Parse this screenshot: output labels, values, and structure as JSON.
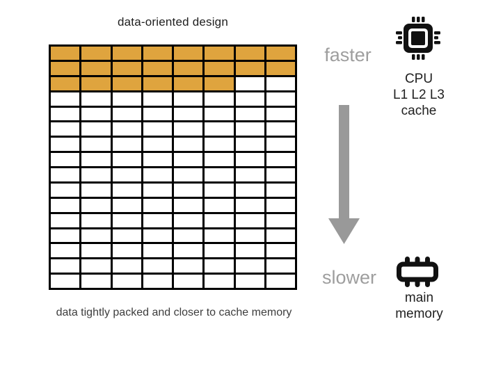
{
  "title": "data-oriented design",
  "caption": "data tightly packed and closer to cache memory",
  "speed_scale": {
    "fast_label": "faster",
    "slow_label": "slower"
  },
  "memory_grid": {
    "columns": 8,
    "rows": 16,
    "filled_cells": 22,
    "filled_rows_full": 2,
    "partial_row_filled": 6,
    "filled_color": "#DFA43E",
    "empty_color": "#FFFFFF",
    "line_color": "#000000"
  },
  "cpu_block": {
    "icon": "cpu-chip-icon",
    "lines": [
      "CPU",
      "L1 L2 L3",
      "cache"
    ]
  },
  "memory_block": {
    "icon": "memory-chip-icon",
    "lines": [
      "main",
      "memory"
    ]
  },
  "colors": {
    "speed_label_gray": "#9E9E9E",
    "arrow_gray": "#999999",
    "icon_black": "#111111",
    "text_dark": "#212121",
    "background": "#FFFFFF"
  }
}
